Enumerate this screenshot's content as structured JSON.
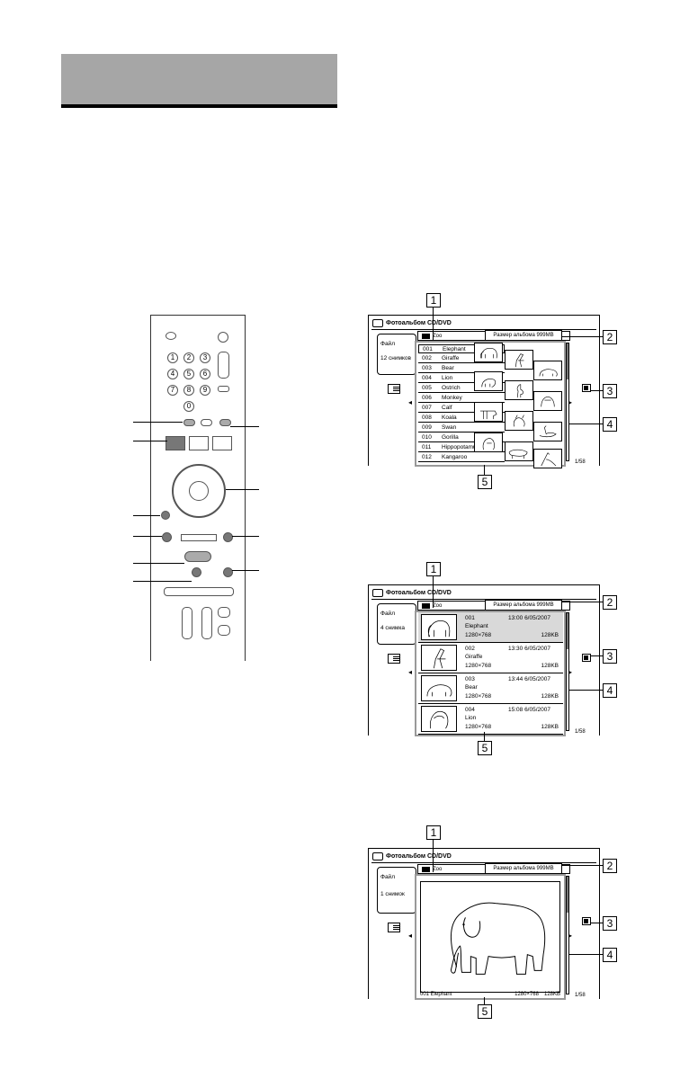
{
  "remote": {
    "keypad": [
      "1",
      "2",
      "3",
      "4",
      "5",
      "6",
      "7",
      "8",
      "9",
      "0"
    ]
  },
  "screens": [
    {
      "title": "Фотоальбом CD/DVD",
      "folder": "Zoo",
      "album_size": "Размер альбома 999MB",
      "side_label": "Файл",
      "side_count": "12 снимков",
      "page": "1/58",
      "items": [
        {
          "num": "001",
          "name": "Elephant"
        },
        {
          "num": "002",
          "name": "Giraffe"
        },
        {
          "num": "003",
          "name": "Bear"
        },
        {
          "num": "004",
          "name": "Lion"
        },
        {
          "num": "005",
          "name": "Ostrich"
        },
        {
          "num": "006",
          "name": "Monkey"
        },
        {
          "num": "007",
          "name": "Calf"
        },
        {
          "num": "008",
          "name": "Koala"
        },
        {
          "num": "009",
          "name": "Swan"
        },
        {
          "num": "010",
          "name": "Gorilla"
        },
        {
          "num": "011",
          "name": "Hippopotamus"
        },
        {
          "num": "012",
          "name": "Kangaroo"
        }
      ]
    },
    {
      "title": "Фотоальбом CD/DVD",
      "folder": "Zoo",
      "album_size": "Размер альбома 999MB",
      "side_label": "Файл",
      "side_count": "4 снимка",
      "page": "1/58",
      "items": [
        {
          "num": "001",
          "time": "13:00 6/05/2007",
          "name": "Elephant",
          "res": "1280×768",
          "size": "128KB"
        },
        {
          "num": "002",
          "time": "13:30 6/05/2007",
          "name": "Giraffe",
          "res": "1280×768",
          "size": "128KB"
        },
        {
          "num": "003",
          "time": "13:44 6/05/2007",
          "name": "Bear",
          "res": "1280×768",
          "size": "128KB"
        },
        {
          "num": "004",
          "time": "15:08 6/05/2007",
          "name": "Lion",
          "res": "1280×768",
          "size": "128KB"
        }
      ]
    },
    {
      "title": "Фотоальбом CD/DVD",
      "folder": "Zoo",
      "album_size": "Размер альбома 999MB",
      "side_label": "Файл",
      "side_count": "1 снимок",
      "page": "1/58",
      "caption_name": "001 Elephant",
      "caption_res": "1280×768",
      "caption_size": "128KB"
    }
  ],
  "callouts": [
    "1",
    "2",
    "3",
    "4",
    "5"
  ]
}
